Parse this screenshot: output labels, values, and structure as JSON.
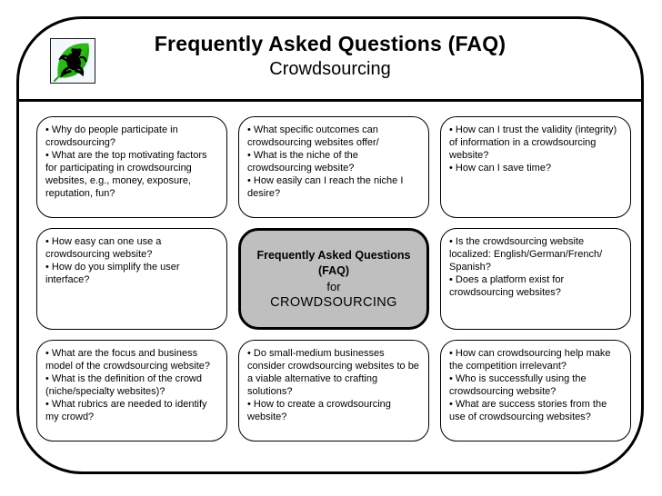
{
  "header": {
    "title": "Frequently Asked Questions (FAQ)",
    "subtitle": "Crowdsourcing",
    "logo_icon": "frog-on-leaf"
  },
  "colors": {
    "border": "#000000",
    "center_box_bg": "#bfbfbf",
    "leaf_green": "#2eb81a",
    "leaf_green_dark": "#1f9e0e",
    "frog_black": "#000000"
  },
  "grid": {
    "boxes": [
      {
        "id": "top-left",
        "bullets": [
          "• Why do people participate in crowdsourcing?",
          "• What are the top motivating factors for participating in crowdsourcing websites, e.g., money, exposure, reputation, fun?"
        ]
      },
      {
        "id": "top-center",
        "bullets": [
          "• What specific outcomes can crowdsourcing websites offer/",
          "• What is the niche of the crowdsourcing website?",
          "• How easily can I reach the niche I desire?"
        ]
      },
      {
        "id": "top-right",
        "bullets": [
          "• How can I trust the validity (integrity) of information in a crowdsourcing website?",
          "• How can I save time?"
        ]
      },
      {
        "id": "mid-left",
        "bullets": [
          "• How easy can one use a crowdsourcing website?",
          "• How do you simplify the user interface?"
        ]
      },
      {
        "id": "center",
        "lines": {
          "title": "Frequently Asked Questions (FAQ)",
          "connector": "for",
          "subject": "CROWDSOURCING"
        }
      },
      {
        "id": "mid-right",
        "bullets": [
          "• Is the crowdsourcing website localized: English/German/French/ Spanish?",
          "• Does a platform exist for crowdsourcing websites?"
        ]
      },
      {
        "id": "bottom-left",
        "bullets": [
          "• What are the focus and business model of the crowdsourcing website?",
          "• What is the definition of the crowd (niche/specialty websites)?",
          "• What rubrics are needed to identify my crowd?"
        ]
      },
      {
        "id": "bottom-center",
        "bullets": [
          "• Do small-medium businesses consider crowdsourcing websites to be a viable alternative to crafting solutions?",
          "• How to create a crowdsourcing website?"
        ]
      },
      {
        "id": "bottom-right",
        "bullets": [
          "• How can crowdsourcing help make the competition irrelevant?",
          "• Who is successfully using the crowdsourcing website?",
          "• What are success stories from the use of crowdsourcing websites?"
        ]
      }
    ]
  }
}
